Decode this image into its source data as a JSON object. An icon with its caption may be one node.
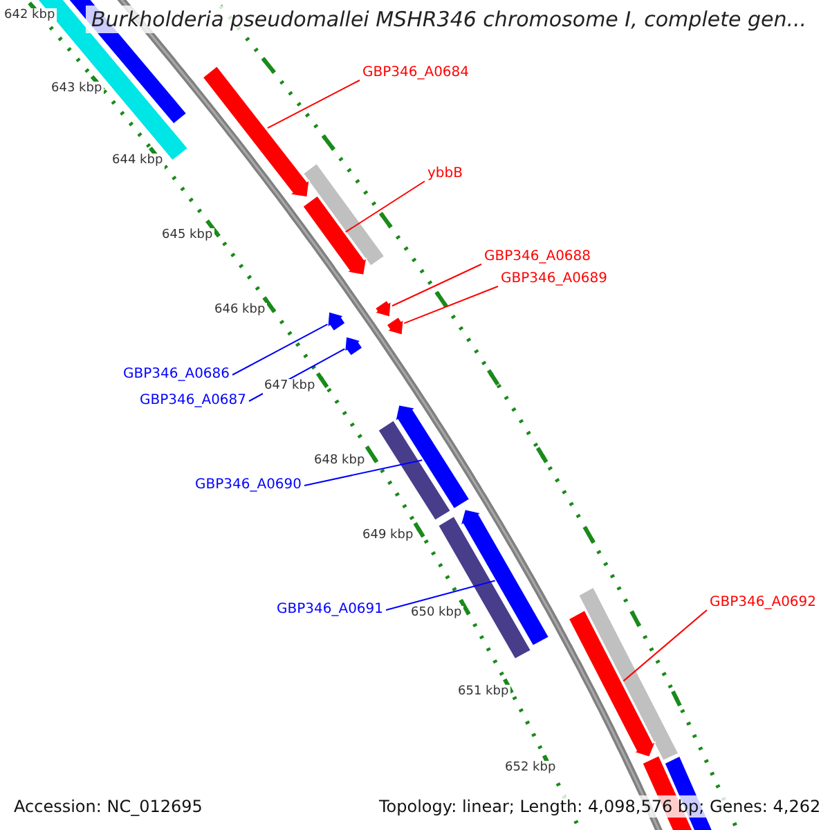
{
  "diagram": {
    "title": "Burkholderia pseudomallei MSHR346 chromosome I, complete gen...",
    "nodes": [
      {
        "text": [
          "GBP346_A0684"
        ]
      },
      {
        "text": [
          "ybbB"
        ]
      },
      {
        "text": [
          "GBP346_A0688"
        ]
      },
      {
        "text": [
          "GBP346_A0689"
        ]
      },
      {
        "text": [
          "GBP346_A0686"
        ]
      },
      {
        "text": [
          "GBP346_A0687"
        ]
      },
      {
        "text": [
          "GBP346_A0690"
        ]
      },
      {
        "text": [
          "GBP346_A0691"
        ]
      },
      {
        "text": [
          "GBP346_A0692"
        ]
      },
      {
        "text": [],
        "shape": "bar"
      },
      {
        "text": [],
        "shape": "bar"
      },
      {
        "text": [],
        "shape": "bar"
      },
      {
        "text": [],
        "shape": "bar"
      },
      {
        "text": [],
        "shape": "bar"
      },
      {
        "text": [],
        "shape": "bar"
      },
      {
        "text": [],
        "shape": "bar"
      },
      {
        "text": [],
        "shape": "bar"
      },
      {
        "text": [],
        "shape": "bar"
      }
    ],
    "edges": [
      {
        "from": 0,
        "to": 9,
        "arrow": "none"
      },
      {
        "from": 1,
        "to": 10,
        "arrow": "none"
      },
      {
        "from": 2,
        "to": 11,
        "arrow": "none"
      },
      {
        "from": 3,
        "to": 12,
        "arrow": "none"
      },
      {
        "from": 4,
        "to": 13,
        "arrow": "none",
        "color": "#0000ff"
      },
      {
        "from": 5,
        "to": 14,
        "arrow": "none",
        "color": "#0000ff"
      },
      {
        "from": 6,
        "to": 15,
        "arrow": "none",
        "color": "#0000ff"
      },
      {
        "from": 7,
        "to": 16,
        "arrow": "none",
        "color": "#0000ff"
      },
      {
        "from": 8,
        "to": 17,
        "arrow": "none"
      }
    ],
    "labels": [
      "642 kbp",
      "643 kbp",
      "644 kbp",
      "645 kbp",
      "646 kbp",
      "647 kbp",
      "648 kbp",
      "649 kbp",
      "650 kbp",
      "651 kbp",
      "652 kbp",
      "Accession: NC_012695",
      "Topology: linear; Length: 4,098,576 bp; Genes: 4,262"
    ]
  }
}
